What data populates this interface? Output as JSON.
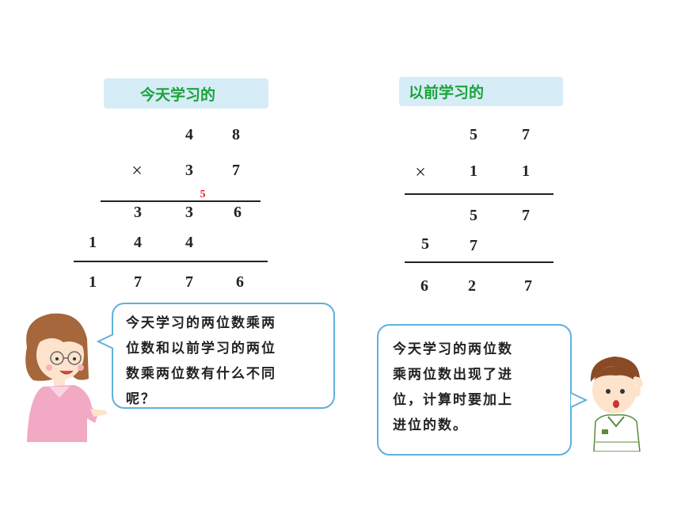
{
  "left": {
    "label": "今天学习的",
    "rows": {
      "multiplicand": [
        "4",
        "8"
      ],
      "times_sign": "×",
      "multiplier": [
        "3",
        "7"
      ],
      "carry": "5",
      "partial1": [
        "3",
        "3",
        "6"
      ],
      "partial2": [
        "1",
        "4",
        "4"
      ],
      "result": [
        "1",
        "7",
        "7",
        "6"
      ]
    }
  },
  "right": {
    "label": "以前学习的",
    "rows": {
      "multiplicand": [
        "5",
        "7"
      ],
      "times_sign": "×",
      "multiplier": [
        "1",
        "1"
      ],
      "partial1": [
        "5",
        "7"
      ],
      "partial2": [
        "5",
        "7"
      ],
      "result": [
        "6",
        "2",
        "7"
      ]
    }
  },
  "teacher_bubble": {
    "text": "今天学习的两位数乘两\n位数和以前学习的两位\n数乘两位数有什么不同\n呢？"
  },
  "boy_bubble": {
    "text": "今天学习的两位数\n乘两位数出现了进\n位，计算时要加上\n进位的数。"
  },
  "colors": {
    "label_bg": "#d6ecf7",
    "label_text": "#1aa33a",
    "carry": "#e8202a",
    "bubble_border": "#5fb0dc"
  }
}
